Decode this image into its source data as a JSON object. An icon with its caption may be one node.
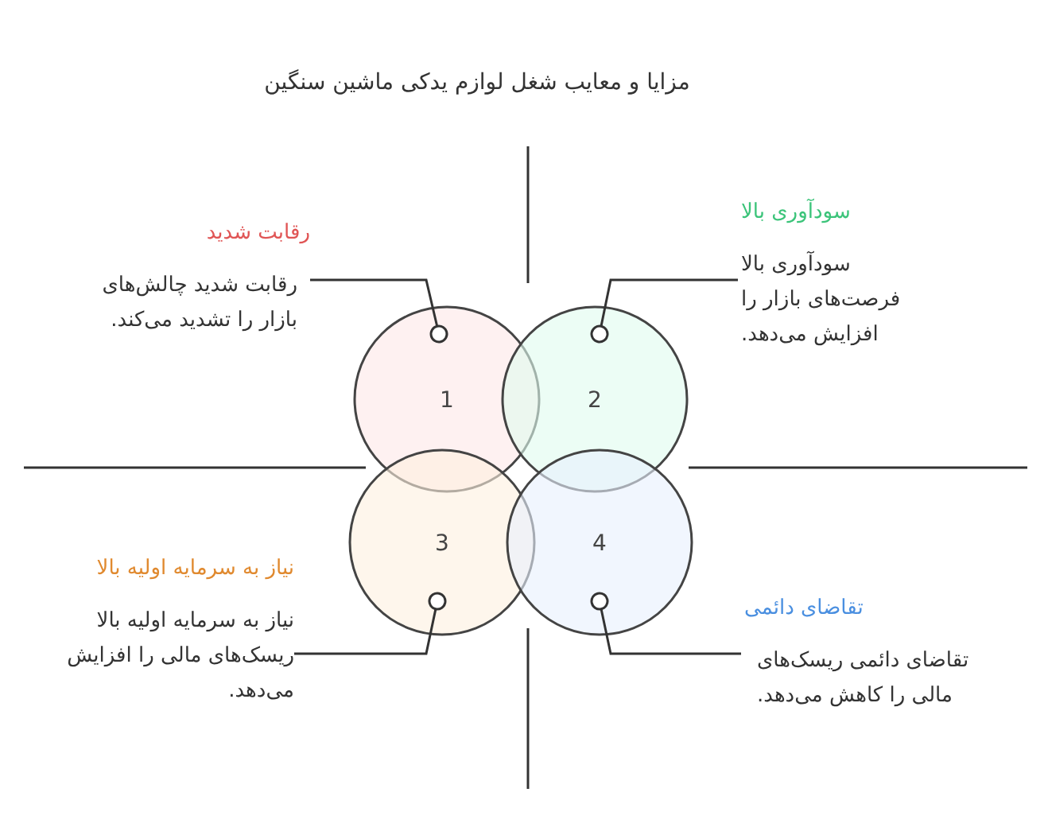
{
  "diagram": {
    "title": "مزایا و معایب شغل لوازم یدکی ماشین سنگین",
    "nodes": [
      {
        "text": [
          "رقابت شدید",
          "رقابت شدید چالش‌های بازار را تشدید می‌کند."
        ]
      },
      {
        "text": [
          "سودآوری بالا",
          "سودآوری بالا فرصت‌های بازار را افزایش می‌دهد."
        ]
      },
      {
        "text": [
          "1"
        ]
      },
      {
        "text": [
          "2"
        ]
      },
      {
        "text": [
          "3"
        ]
      },
      {
        "text": [
          "4"
        ]
      },
      {
        "text": [
          "نیاز به سرمایه اولیه بالا",
          "نیاز به سرمایه اولیه بالا ریسک‌های مالی را افزایش می‌دهد."
        ]
      },
      {
        "text": [
          "تقاضای دائمی",
          "تقاضای دائمی ریسک‌های مالی را کاهش می‌دهد."
        ]
      }
    ],
    "edges": [
      {
        "from": 0,
        "to": 2,
        "arrow": "other"
      },
      {
        "from": 1,
        "to": 3,
        "arrow": "other"
      },
      {
        "from": 6,
        "to": 4,
        "arrow": "other"
      },
      {
        "from": 7,
        "to": 5,
        "arrow": "other"
      }
    ]
  }
}
